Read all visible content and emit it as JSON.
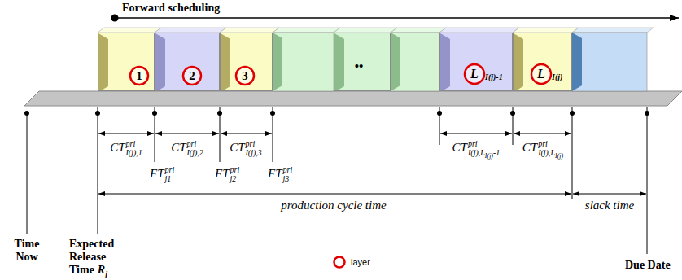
{
  "diagram": {
    "nodes": [
      {
        "text": [
          "1"
        ]
      },
      {
        "text": [
          "2"
        ]
      },
      {
        "text": [
          "3"
        ]
      },
      {
        "text": [
          "••"
        ]
      },
      {
        "text": [
          "L",
          "I(j)-1"
        ]
      },
      {
        "text": [
          "L",
          "I(j)"
        ]
      }
    ],
    "labels": [
      "Forward scheduling",
      "CT",
      "pri",
      "I(j),1",
      "CT",
      "pri",
      "I(j),2",
      "CT",
      "pri",
      "I(j),3",
      "CT",
      "pri",
      "I(j),L",
      "I(j)",
      "-1",
      "CT",
      "pri",
      "I(j),L",
      "I(j)",
      "FT",
      "pri",
      "j1",
      "FT",
      "pri",
      "j2",
      "FT",
      "pri",
      "j3",
      "production cycle time",
      "slack time",
      "Time Now",
      "Expected Release Time",
      "R",
      "j",
      "Due Date"
    ],
    "legend": [
      {
        "text": "layer"
      }
    ]
  }
}
